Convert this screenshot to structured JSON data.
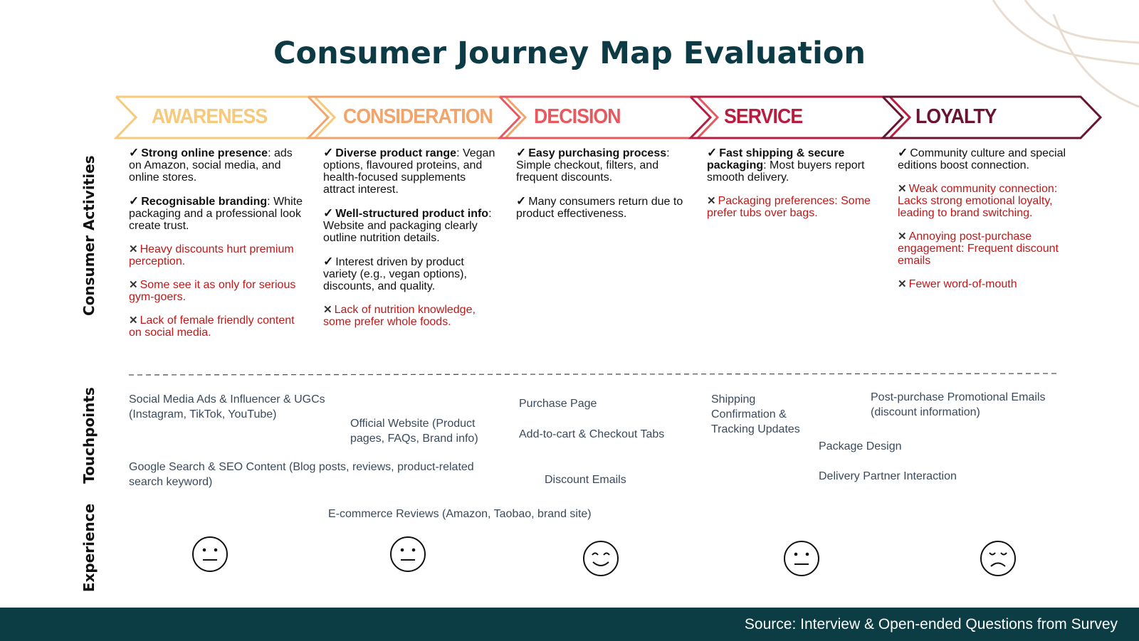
{
  "title": "Consumer Journey Map Evaluation",
  "colors": {
    "title": "#0d3b45",
    "awareness": "#f6c97b",
    "consideration": "#f3a46a",
    "decision": "#e8585f",
    "service": "#b81c3f",
    "loyalty": "#6b1432",
    "negative": "#c01818",
    "touchpoint": "#3a4a5c",
    "footer": "#0c3c44"
  },
  "stages": [
    {
      "label": "AWARENESS",
      "color": "#f6c97b"
    },
    {
      "label": "CONSIDERATION",
      "color": "#f3a46a"
    },
    {
      "label": "DECISION",
      "color": "#e8585f"
    },
    {
      "label": "SERVICE",
      "color": "#b81c3f"
    },
    {
      "label": "LOYALTY",
      "color": "#6b1432"
    }
  ],
  "rows": {
    "activities": "Consumer Activities",
    "touchpoints": "Touchpoints",
    "experience": "Experience"
  },
  "activities": [
    [
      {
        "type": "pos",
        "bold": "Strong online presence",
        "text": ": ads on Amazon, social media, and online stores."
      },
      {
        "type": "pos",
        "bold": "Recognisable branding",
        "text": ": White packaging and a professional look create trust."
      },
      {
        "type": "neg",
        "bold": "",
        "text": "Heavy discounts hurt premium perception."
      },
      {
        "type": "neg",
        "bold": "",
        "text": "Some see it as only for serious gym-goers."
      },
      {
        "type": "neg",
        "bold": "",
        "text": "Lack of female friendly content on social media."
      }
    ],
    [
      {
        "type": "pos",
        "bold": "Diverse product range",
        "text": ": Vegan options, flavoured proteins, and health-focused supplements attract interest."
      },
      {
        "type": "pos",
        "bold": "Well-structured product info",
        "text": ": Website and packaging clearly outline nutrition details."
      },
      {
        "type": "pos",
        "bold": "",
        "text": "Interest driven by product variety (e.g., vegan options), discounts, and quality."
      },
      {
        "type": "neg",
        "bold": "",
        "text": "Lack of nutrition knowledge, some prefer whole foods."
      }
    ],
    [
      {
        "type": "pos",
        "bold": "Easy purchasing process",
        "text": ": Simple checkout, filters, and frequent discounts."
      },
      {
        "type": "pos",
        "bold": "",
        "text": "Many consumers return due to product effectiveness."
      }
    ],
    [
      {
        "type": "pos",
        "bold": "Fast shipping & secure packaging",
        "text": ": Most buyers report smooth delivery."
      },
      {
        "type": "neg",
        "bold": "",
        "text": "Packaging preferences: Some prefer tubs over bags."
      }
    ],
    [
      {
        "type": "pos",
        "bold": "",
        "text": "Community culture and special editions boost connection."
      },
      {
        "type": "neg",
        "bold": "",
        "text": "Weak community connection: Lacks strong emotional loyalty, leading to brand switching."
      },
      {
        "type": "neg",
        "bold": "",
        "text": "Annoying post-purchase engagement: Frequent discount emails"
      },
      {
        "type": "neg",
        "bold": "",
        "text": "Fewer word-of-mouth"
      }
    ]
  ],
  "marks": {
    "pos": "✓",
    "neg": "✕"
  },
  "touchpoints": {
    "social": "Social Media Ads & Influencer & UGCs (Instagram, TikTok, YouTube)",
    "website": "Official Website (Product pages, FAQs, Brand info)",
    "google": "Google Search & SEO Content (Blog posts, reviews, product-related search keyword)",
    "ecommerce": "E-commerce Reviews (Amazon, Taobao, brand site)",
    "purchase": "Purchase Page",
    "cart": "Add-to-cart & Checkout Tabs",
    "discount": "Discount Emails",
    "shipping": "Shipping Confirmation & Tracking Updates",
    "postpurchase": "Post-purchase Promotional Emails (discount information)",
    "package": "Package Design",
    "delivery": "Delivery Partner Interaction"
  },
  "experience": [
    {
      "stage": "AWARENESS",
      "face": "neutral-face-icon"
    },
    {
      "stage": "CONSIDERATION",
      "face": "neutral-face-icon"
    },
    {
      "stage": "DECISION",
      "face": "happy-face-icon"
    },
    {
      "stage": "SERVICE",
      "face": "neutral-face-icon"
    },
    {
      "stage": "LOYALTY",
      "face": "sad-face-icon"
    }
  ],
  "footer": "Source: Interview & Open-ended Questions from Survey"
}
